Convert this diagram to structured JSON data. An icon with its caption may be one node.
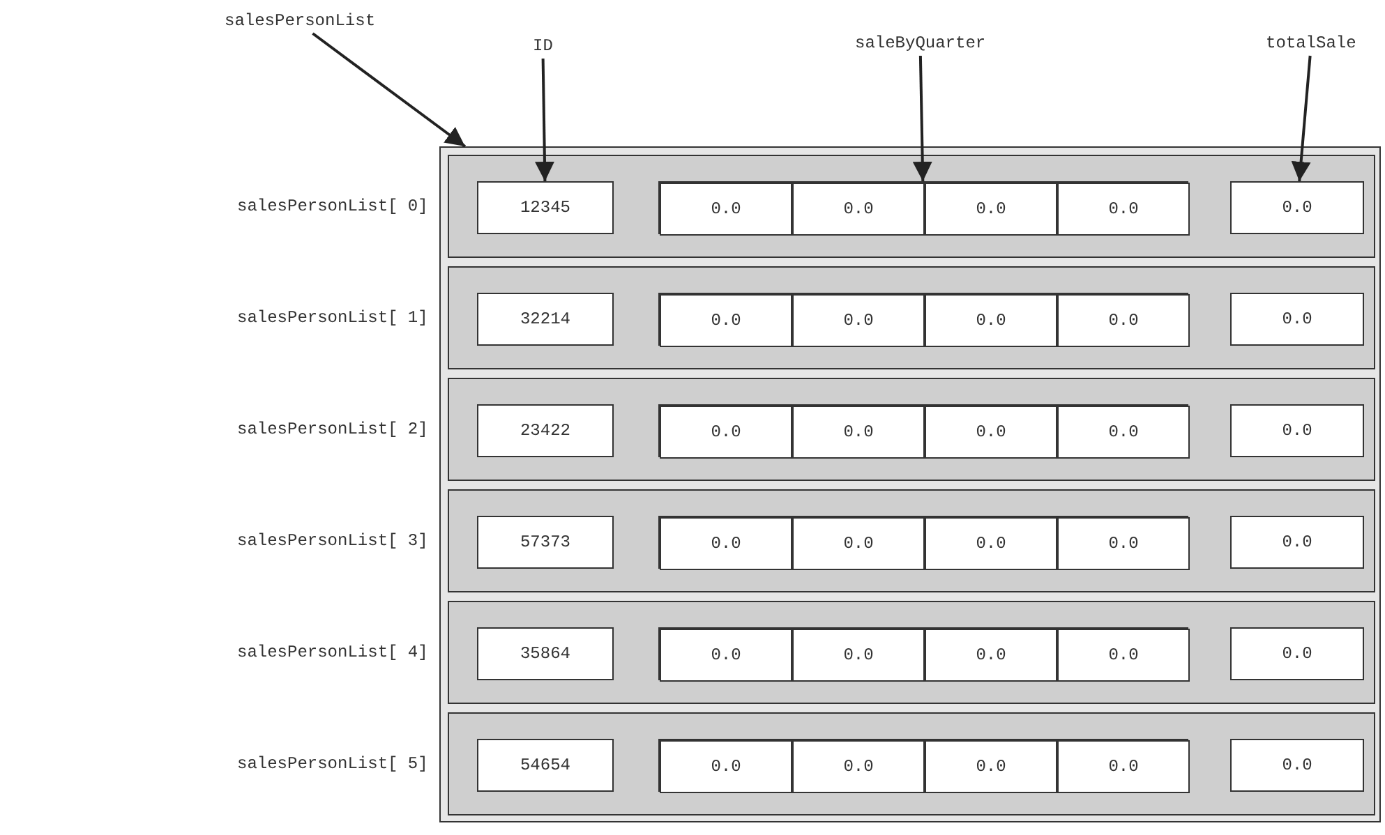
{
  "diagram": {
    "nodes": [
      {
        "text": [
          "salesPersonList"
        ]
      },
      {
        "text": [
          "ID"
        ]
      },
      {
        "text": [
          "saleByQuarter"
        ]
      },
      {
        "text": [
          "totalSale"
        ]
      },
      {
        "text": [],
        "shape": "box"
      },
      {
        "text": [],
        "shape": "box",
        "beside": [
          "salesPersonList[ 0]"
        ],
        "in": 4
      },
      {
        "text": [
          "12345"
        ],
        "in": 5
      },
      {
        "text": [],
        "shape": "box",
        "in": 5
      },
      {
        "text": [
          "0.0"
        ],
        "in": 7
      },
      {
        "text": [
          "0.0"
        ],
        "in": 7
      },
      {
        "text": [
          "0.0"
        ],
        "in": 7
      },
      {
        "text": [
          "0.0"
        ],
        "in": 7
      },
      {
        "text": [
          "0.0"
        ],
        "in": 5
      },
      {
        "text": [],
        "shape": "box",
        "beside": [
          "salesPersonList[ 1]"
        ],
        "in": 4
      },
      {
        "text": [
          "32214"
        ],
        "in": 13
      },
      {
        "text": [],
        "shape": "box",
        "in": 13
      },
      {
        "text": [
          "0.0"
        ],
        "in": 15
      },
      {
        "text": [
          "0.0"
        ],
        "in": 15
      },
      {
        "text": [
          "0.0"
        ],
        "in": 15
      },
      {
        "text": [
          "0.0"
        ],
        "in": 15
      },
      {
        "text": [
          "0.0"
        ],
        "in": 13
      },
      {
        "text": [],
        "shape": "box",
        "beside": [
          "salesPersonList[ 2]"
        ],
        "in": 4
      },
      {
        "text": [
          "23422"
        ],
        "in": 21
      },
      {
        "text": [],
        "shape": "box",
        "in": 21
      },
      {
        "text": [
          "0.0"
        ],
        "in": 23
      },
      {
        "text": [
          "0.0"
        ],
        "in": 23
      },
      {
        "text": [
          "0.0"
        ],
        "in": 23
      },
      {
        "text": [
          "0.0"
        ],
        "in": 23
      },
      {
        "text": [
          "0.0"
        ],
        "in": 21
      },
      {
        "text": [],
        "shape": "box",
        "beside": [
          "salesPersonList[ 3]"
        ],
        "in": 4
      },
      {
        "text": [
          "57373"
        ],
        "in": 29
      },
      {
        "text": [],
        "shape": "box",
        "in": 29
      },
      {
        "text": [
          "0.0"
        ],
        "in": 31
      },
      {
        "text": [
          "0.0"
        ],
        "in": 31
      },
      {
        "text": [
          "0.0"
        ],
        "in": 31
      },
      {
        "text": [
          "0.0"
        ],
        "in": 31
      },
      {
        "text": [
          "0.0"
        ],
        "in": 29
      },
      {
        "text": [],
        "shape": "box",
        "beside": [
          "salesPersonList[ 4]"
        ],
        "in": 4
      },
      {
        "text": [
          "35864"
        ],
        "in": 37
      },
      {
        "text": [],
        "shape": "box",
        "in": 37
      },
      {
        "text": [
          "0.0"
        ],
        "in": 39
      },
      {
        "text": [
          "0.0"
        ],
        "in": 39
      },
      {
        "text": [
          "0.0"
        ],
        "in": 39
      },
      {
        "text": [
          "0.0"
        ],
        "in": 39
      },
      {
        "text": [
          "0.0"
        ],
        "in": 37
      },
      {
        "text": [],
        "shape": "box",
        "beside": [
          "salesPersonList[ 5]"
        ],
        "in": 4
      },
      {
        "text": [
          "54654"
        ],
        "in": 45
      },
      {
        "text": [],
        "shape": "box",
        "in": 45
      },
      {
        "text": [
          "0.0"
        ],
        "in": 47
      },
      {
        "text": [
          "0.0"
        ],
        "in": 47
      },
      {
        "text": [
          "0.0"
        ],
        "in": 47
      },
      {
        "text": [
          "0.0"
        ],
        "in": 47
      },
      {
        "text": [
          "0.0"
        ],
        "in": 45
      }
    ],
    "edges": [
      {
        "from": 0,
        "to": 4,
        "arrow": "to"
      },
      {
        "from": 1,
        "to": 6,
        "arrow": "to"
      },
      {
        "from": 2,
        "to": 7,
        "arrow": "to"
      },
      {
        "from": 3,
        "to": 12,
        "arrow": "to"
      }
    ]
  }
}
